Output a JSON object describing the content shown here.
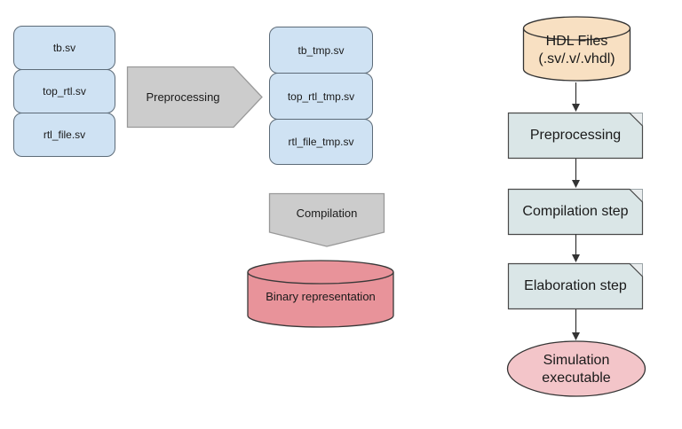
{
  "left_flow": {
    "source_stack": {
      "files": [
        "tb.sv",
        "top_rtl.sv",
        "rtl_file.sv"
      ]
    },
    "preprocessing_arrow": {
      "label": "Preprocessing"
    },
    "tmp_stack": {
      "files": [
        "tb_tmp.sv",
        "top_rtl_tmp.sv",
        "rtl_file_tmp.sv"
      ]
    },
    "compilation_arrow": {
      "label": "Compilation"
    },
    "binary_cylinder": {
      "label": "Binary representation"
    }
  },
  "right_flow": {
    "hdl_cylinder": {
      "line1": "HDL Files",
      "line2": "(.sv/.v/.vhdl)"
    },
    "steps": [
      {
        "label": "Preprocessing"
      },
      {
        "label": "Compilation step"
      },
      {
        "label": "Elaboration step"
      }
    ],
    "simulation_ellipse": {
      "line1": "Simulation",
      "line2": "executable"
    }
  },
  "colors": {
    "file_fill": "#cfe2f3",
    "file_stroke": "#5d6b78",
    "process_fill": "#cccccc",
    "process_stroke": "#999999",
    "binary_fill": "#e8939a",
    "binary_stroke": "#383838",
    "hdl_fill": "#f8e0c2",
    "hdl_stroke": "#333333",
    "step_fill": "#dae6e7",
    "step_stroke": "#4a4a4a",
    "sim_fill": "#f3c5c9",
    "sim_stroke": "#333333",
    "arrow": "#333333",
    "text": "#1a1a1a"
  }
}
